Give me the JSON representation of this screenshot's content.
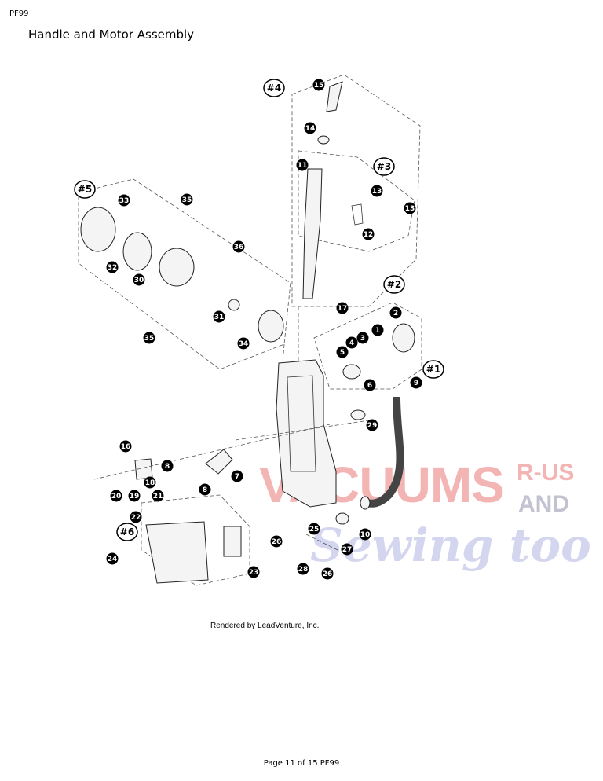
{
  "header": {
    "doc_code": "PF99",
    "title": "Handle and Motor Assembly"
  },
  "diagram": {
    "group_labels": [
      "#1",
      "#2",
      "#3",
      "#4",
      "#5",
      "#6"
    ],
    "part_numbers": [
      "1",
      "2",
      "3",
      "4",
      "5",
      "6",
      "7",
      "8",
      "8",
      "9",
      "10",
      "11",
      "12",
      "13",
      "13",
      "14",
      "15",
      "16",
      "17",
      "18",
      "19",
      "20",
      "21",
      "22",
      "23",
      "24",
      "25",
      "26",
      "26",
      "27",
      "28",
      "29",
      "30",
      "31",
      "32",
      "33",
      "34",
      "35",
      "35",
      "36"
    ]
  },
  "credit": "Rendered by LeadVenture, Inc.",
  "watermark": {
    "line1": "VACUUMS",
    "line1_suffix": "R-US",
    "line2": "AND",
    "line3": "Sewing too"
  },
  "footer": {
    "page_label": "Page 11 of 15 PF99"
  },
  "colors": {
    "watermark_red": "#f2a8a8",
    "watermark_blue": "#c9cdea"
  }
}
